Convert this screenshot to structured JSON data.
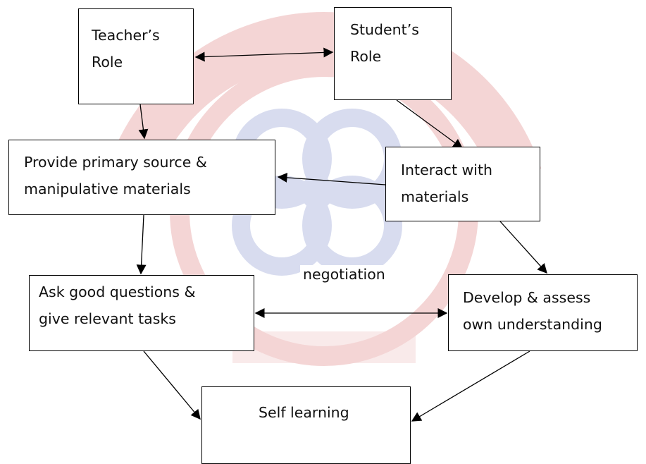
{
  "diagram": {
    "nodes": [
      {
        "id": "teacher",
        "label": "Teacher’s\nRole"
      },
      {
        "id": "student",
        "label": "Student’s\nRole"
      },
      {
        "id": "provide",
        "label": "Provide primary source &\nmanipulative materials"
      },
      {
        "id": "interact",
        "label": "Interact with\nmaterials"
      },
      {
        "id": "ask",
        "label": "Ask good questions &\ngive relevant tasks"
      },
      {
        "id": "develop",
        "label": "Develop & assess\nown understanding"
      },
      {
        "id": "self",
        "label": "Self learning"
      }
    ],
    "edge_label": "negotiation",
    "edges": [
      {
        "from": "teacher",
        "to": "student",
        "bidirectional": true
      },
      {
        "from": "teacher",
        "to": "provide"
      },
      {
        "from": "student",
        "to": "interact"
      },
      {
        "from": "interact",
        "to": "provide"
      },
      {
        "from": "provide",
        "to": "ask"
      },
      {
        "from": "interact",
        "to": "develop"
      },
      {
        "from": "ask",
        "to": "develop",
        "bidirectional": true,
        "label": "negotiation"
      },
      {
        "from": "ask",
        "to": "self"
      },
      {
        "from": "develop",
        "to": "self"
      }
    ]
  },
  "colors": {
    "watermark_red": "#e8a4a4",
    "watermark_blue": "#a9b3dc",
    "line": "#000000"
  }
}
